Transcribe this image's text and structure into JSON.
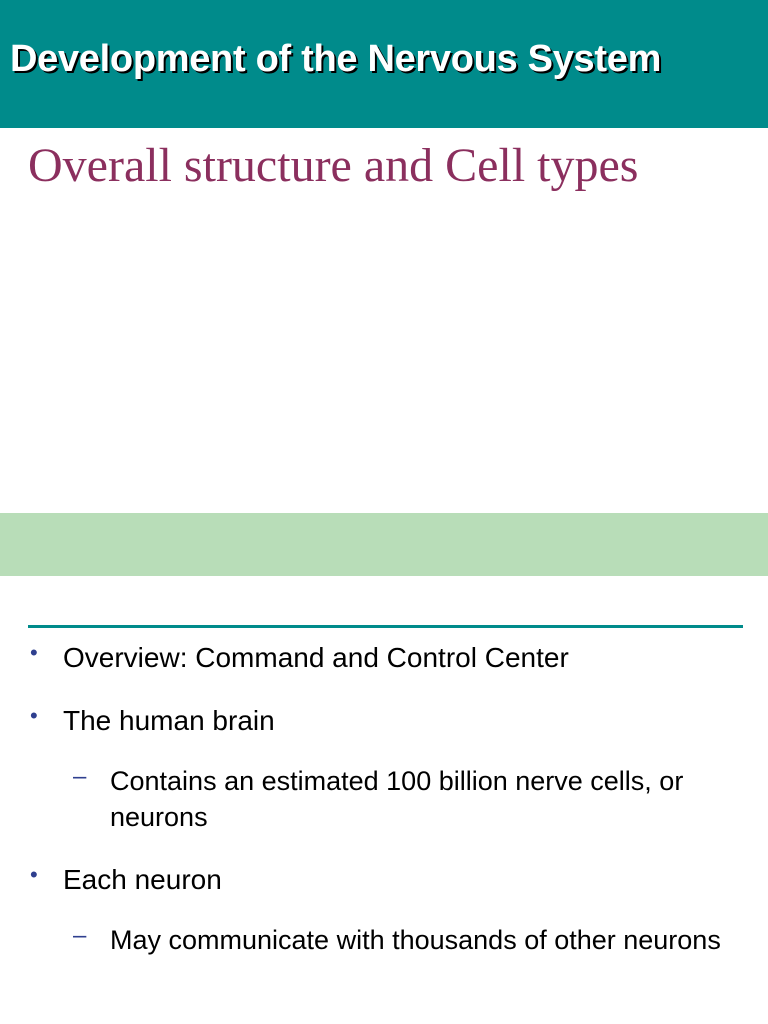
{
  "header": {
    "title": "Development of the Nervous System"
  },
  "slide": {
    "subtitle": "Overall structure and Cell types"
  },
  "content": {
    "items": [
      {
        "level": 1,
        "marker": "•",
        "text": "Overview: Command and Control Center"
      },
      {
        "level": 1,
        "marker": "•",
        "text": "The human brain"
      },
      {
        "level": 2,
        "marker": "–",
        "text": "Contains an estimated 100 billion nerve cells, or neurons"
      },
      {
        "level": 1,
        "marker": "•",
        "text": "Each neuron"
      },
      {
        "level": 2,
        "marker": "–",
        "text": "May communicate with thousands of other neurons"
      }
    ]
  },
  "colors": {
    "header_background": "#008b8b",
    "subtitle_text": "#8b2f5e",
    "band": "#b8ddb8",
    "divider": "#008b8b",
    "bullet_marker": "#2f3f8f"
  }
}
